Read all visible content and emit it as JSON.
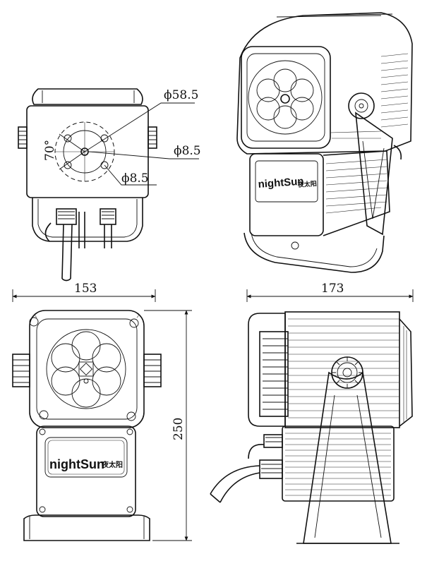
{
  "dimensions": {
    "width_front": "153",
    "width_side": "173",
    "height": "250",
    "diameter_large": "ϕ58.5",
    "diameter_small_a": "ϕ8.5",
    "diameter_small_b": "ϕ8.5",
    "angle": "70°"
  },
  "logo": {
    "brand": "nightSun",
    "chinese": "夜太阳"
  }
}
